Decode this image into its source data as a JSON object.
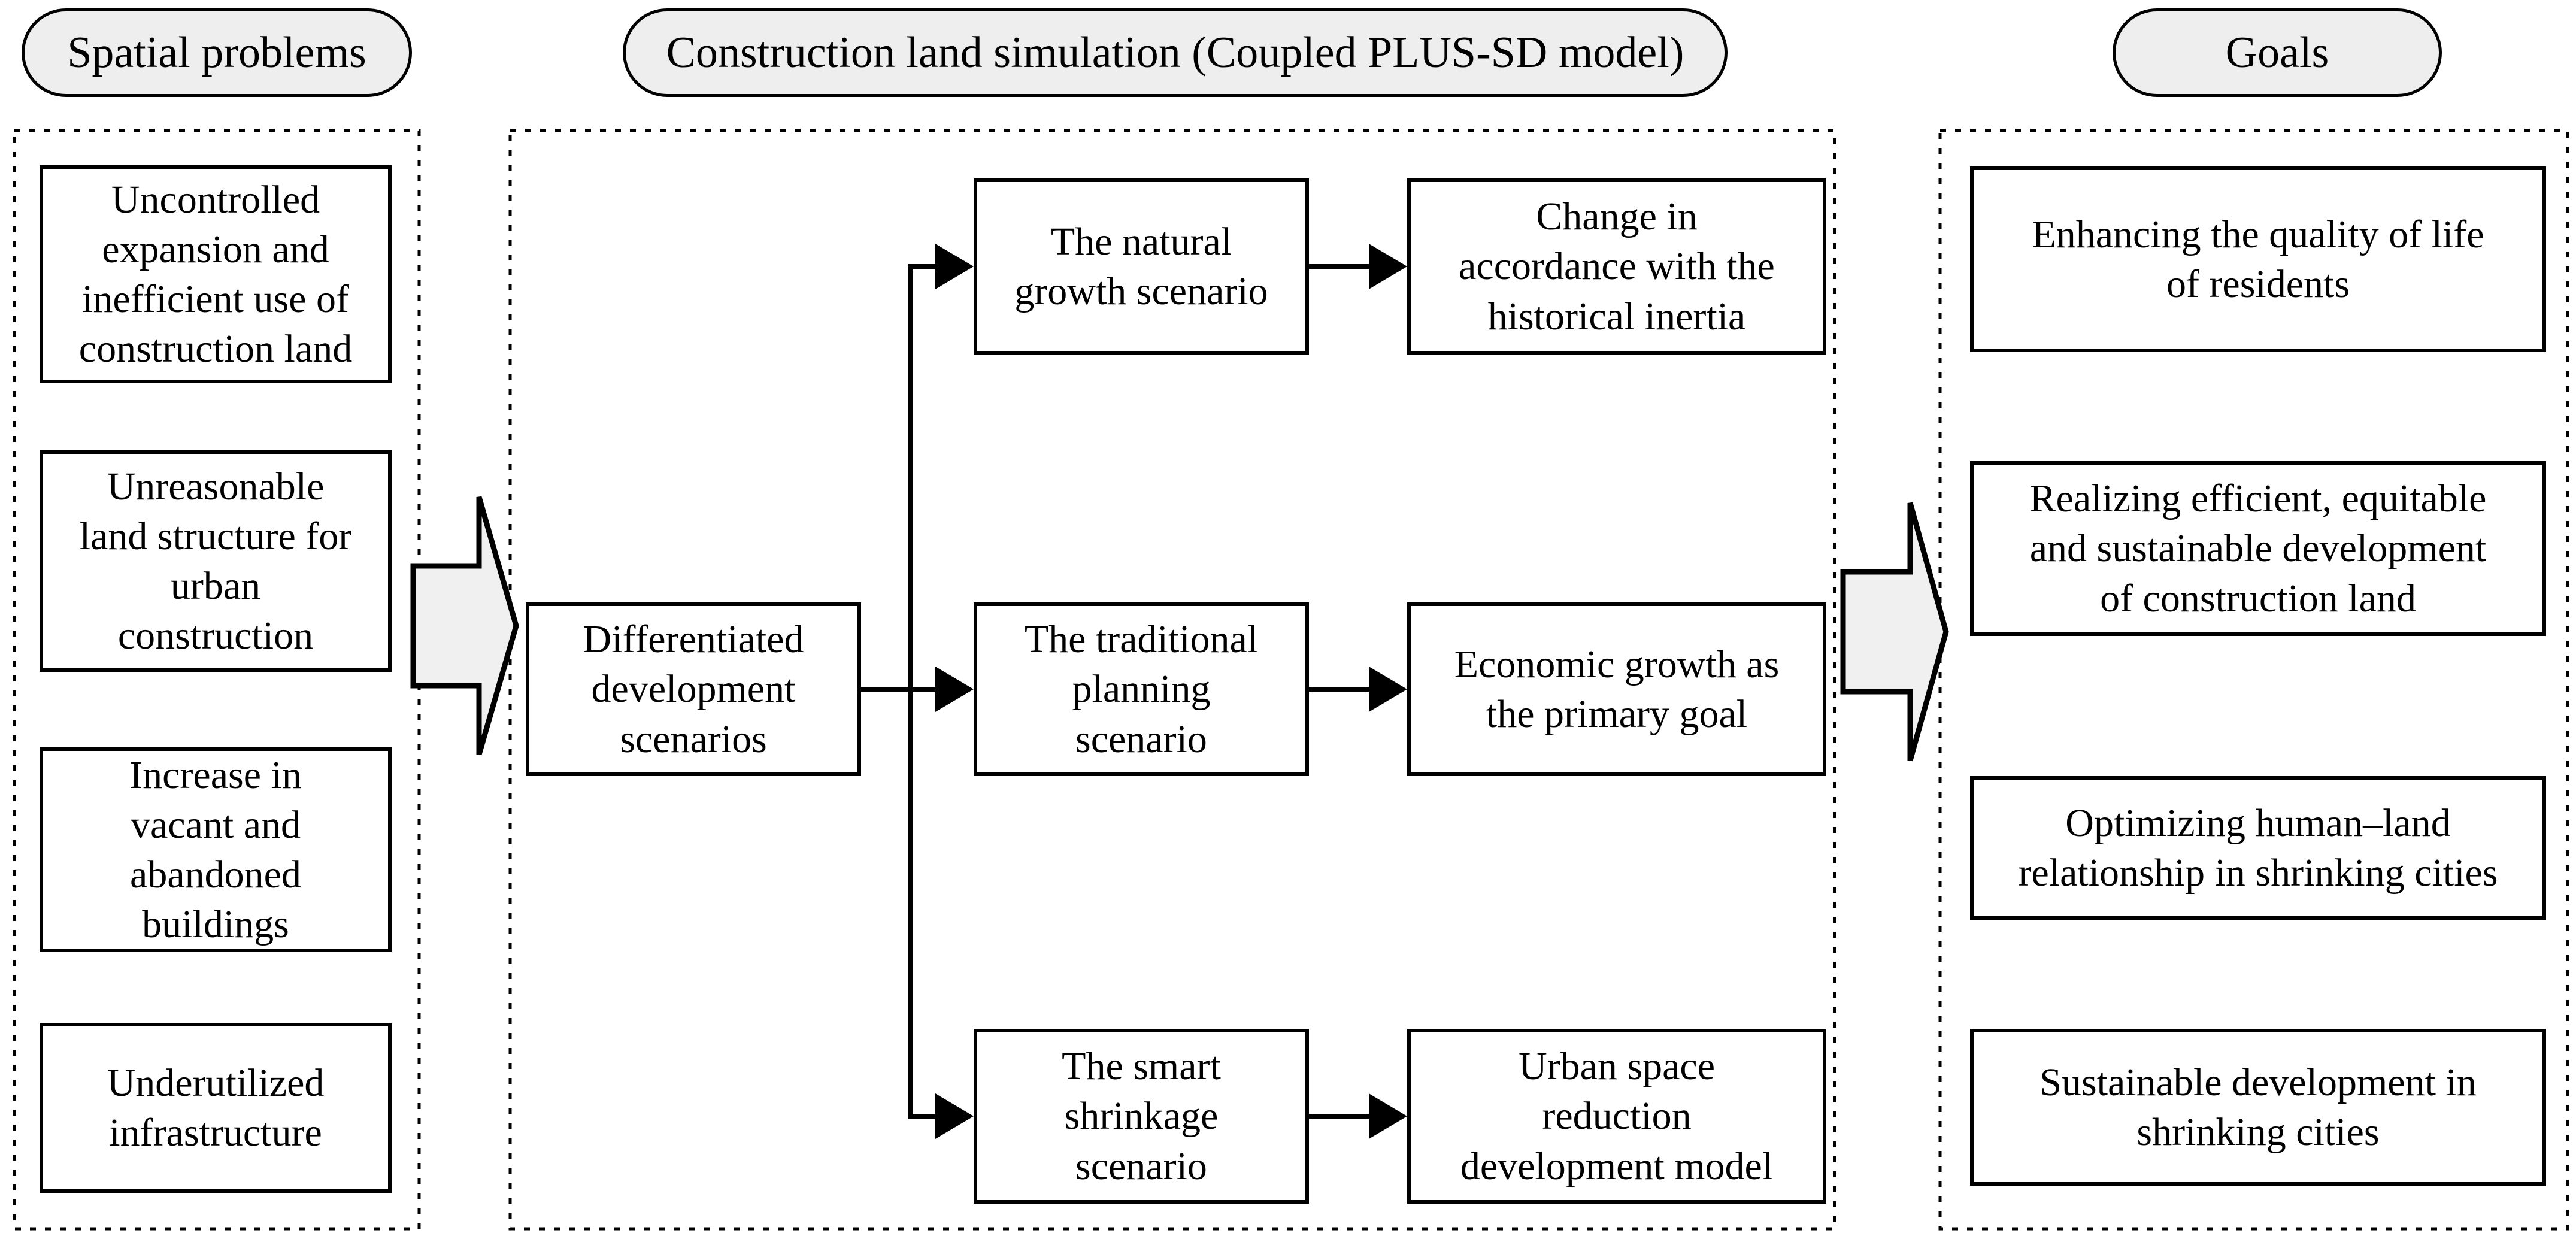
{
  "pills": {
    "spatial": "Spatial problems",
    "simulation": "Construction land simulation (Coupled PLUS-SD model)",
    "goals": "Goals"
  },
  "spatial_problems": {
    "items": [
      "Uncontrolled\nexpansion and\ninefficient use of\nconstruction land",
      "Unreasonable\nland structure for\nurban\nconstruction",
      "Increase in\nvacant and\nabandoned\nbuildings",
      "Underutilized\ninfrastructure"
    ]
  },
  "simulation": {
    "source_box": "Differentiated\ndevelopment\nscenarios",
    "scenarios": [
      {
        "name": "The natural\ngrowth scenario",
        "outcome": "Change in\naccordance with the\nhistorical inertia"
      },
      {
        "name": "The traditional\nplanning\nscenario",
        "outcome": "Economic growth as\nthe primary goal"
      },
      {
        "name": "The smart\nshrinkage\nscenario",
        "outcome": "Urban space\nreduction\ndevelopment model"
      }
    ]
  },
  "goals": {
    "items": [
      "Enhancing the quality of life\nof residents",
      "Realizing efficient, equitable\nand sustainable development\nof construction land",
      "Optimizing human–land\nrelationship in shrinking cities",
      "Sustainable development in\nshrinking cities"
    ]
  },
  "colors": {
    "background": "#ffffff",
    "pill_fill": "#eeeeee",
    "block_arrow_fill": "#f0f0f0",
    "line": "#000000"
  }
}
